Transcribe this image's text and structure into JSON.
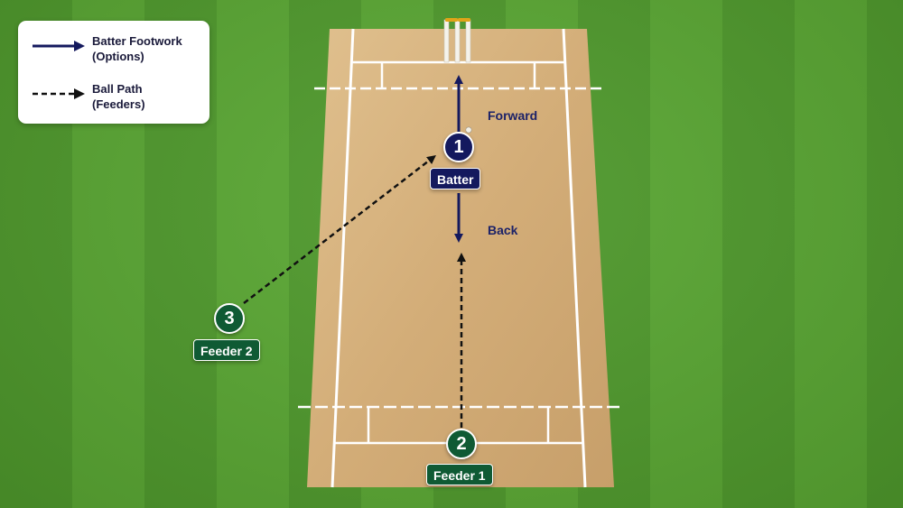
{
  "legend": {
    "footwork": {
      "line1": "Batter Footwork",
      "line2": "(Options)"
    },
    "ball_path": {
      "line1": "Ball Path",
      "line2": "(Feeders)"
    }
  },
  "batter": {
    "number": "1",
    "label": "Batter"
  },
  "feeder1": {
    "number": "2",
    "label": "Feeder 1"
  },
  "feeder2": {
    "number": "3",
    "label": "Feeder 2"
  },
  "directions": {
    "forward": "Forward",
    "back": "Back"
  },
  "colors": {
    "navy": "#14195e",
    "green": "#0f5a34",
    "pitch": "#d6b27e",
    "grass_light": "#5aa833",
    "grass_dark": "#4f9a2c"
  }
}
